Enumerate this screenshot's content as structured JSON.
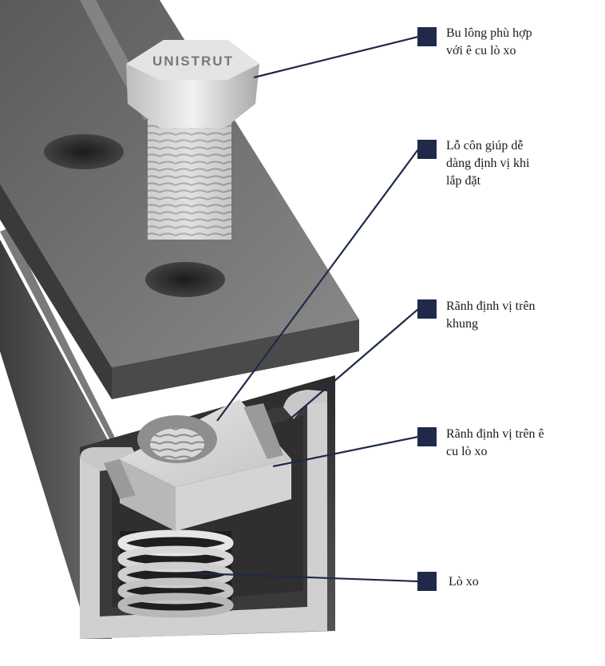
{
  "brand_text": "UNISTRUT",
  "colors": {
    "marker": "#1f2a4a",
    "leader_line": "#1f2a4a",
    "label_text": "#1a1a1a"
  },
  "callouts": [
    {
      "id": "bolt",
      "line1": "Bu lông phù hợp",
      "line2": "với ê cu lò xo",
      "line3": ""
    },
    {
      "id": "tapered-hole",
      "line1": "Lỗ côn giúp dễ",
      "line2": "dàng định vị khi",
      "line3": "lắp đặt"
    },
    {
      "id": "frame-groove",
      "line1": "Rãnh định vị trên",
      "line2": "khung",
      "line3": ""
    },
    {
      "id": "nut-groove",
      "line1": "Rãnh định vị trên ê",
      "line2": "cu lò xo",
      "line3": ""
    },
    {
      "id": "spring",
      "line1": "Lò xo",
      "line2": "",
      "line3": ""
    }
  ]
}
